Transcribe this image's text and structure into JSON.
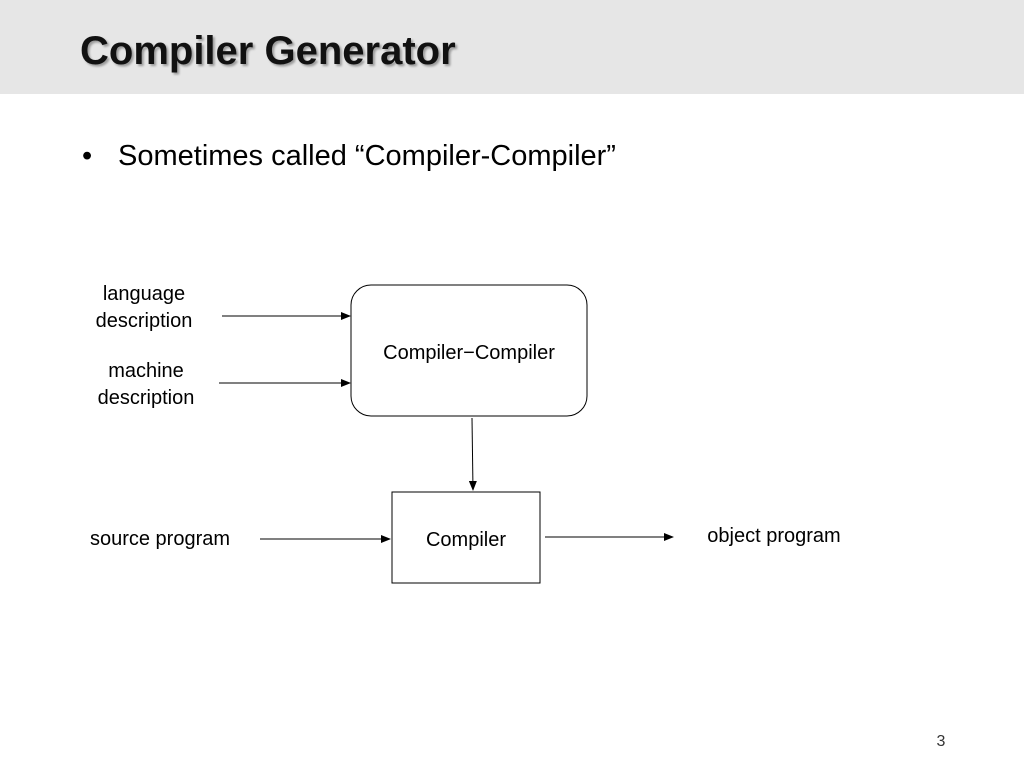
{
  "slide": {
    "title": "Compiler Generator",
    "bullets": [
      "Sometimes called “Compiler-Compiler”"
    ],
    "bullet_symbol": "•",
    "page_number": "3"
  },
  "diagram": {
    "inputs": {
      "language_description": [
        "language",
        "description"
      ],
      "machine_description": [
        "machine",
        "description"
      ],
      "source_program": "source program"
    },
    "nodes": {
      "compiler_compiler": "Compiler−Compiler",
      "compiler": "Compiler"
    },
    "outputs": {
      "object_program": "object program"
    }
  }
}
